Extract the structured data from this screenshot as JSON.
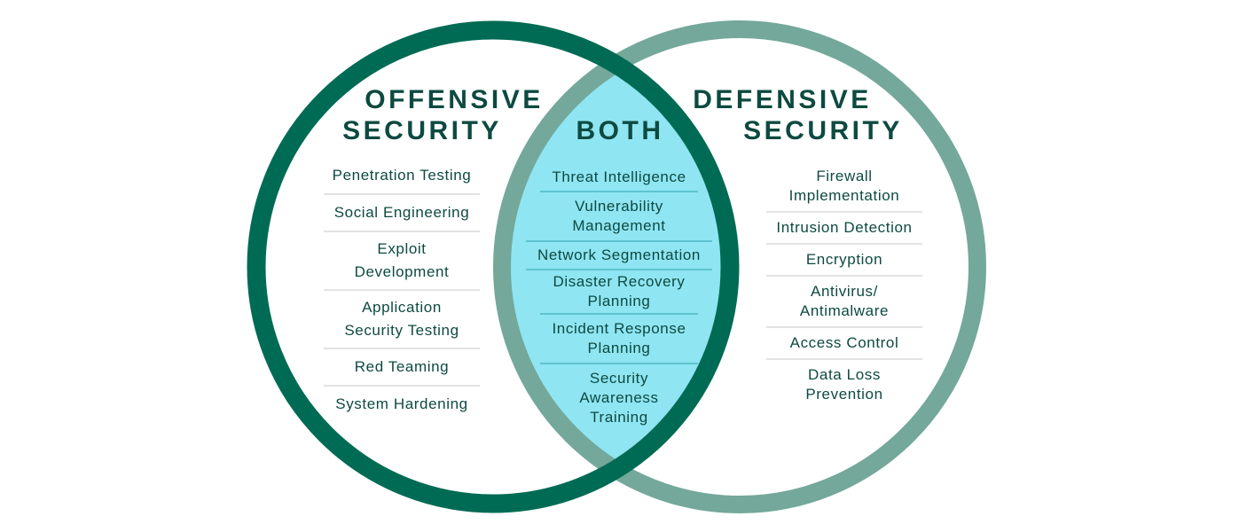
{
  "colors": {
    "offensive_ring": "#006b54",
    "defensive_ring": "#74a89a",
    "overlap_fill": "#8fe5f2",
    "text": "#0d4a40"
  },
  "offensive": {
    "title_line1": "OFFENSIVE",
    "title_line2": "SECURITY",
    "items": [
      "Penetration Testing",
      "Social Engineering",
      "Exploit Development",
      "Application Security Testing",
      "Red Teaming",
      "System Hardening"
    ]
  },
  "both": {
    "title": "BOTH",
    "items": [
      "Threat Intelligence",
      "Vulnerability Management",
      "Network Segmentation",
      "Disaster Recovery Planning",
      "Incident Response Planning",
      "Security Awareness Training"
    ]
  },
  "defensive": {
    "title_line1": "DEFENSIVE",
    "title_line2": "SECURITY",
    "items": [
      "Firewall Implementation",
      "Intrusion Detection",
      "Encryption",
      "Antivirus/ Antimalware",
      "Access Control",
      "Data Loss Prevention"
    ]
  }
}
